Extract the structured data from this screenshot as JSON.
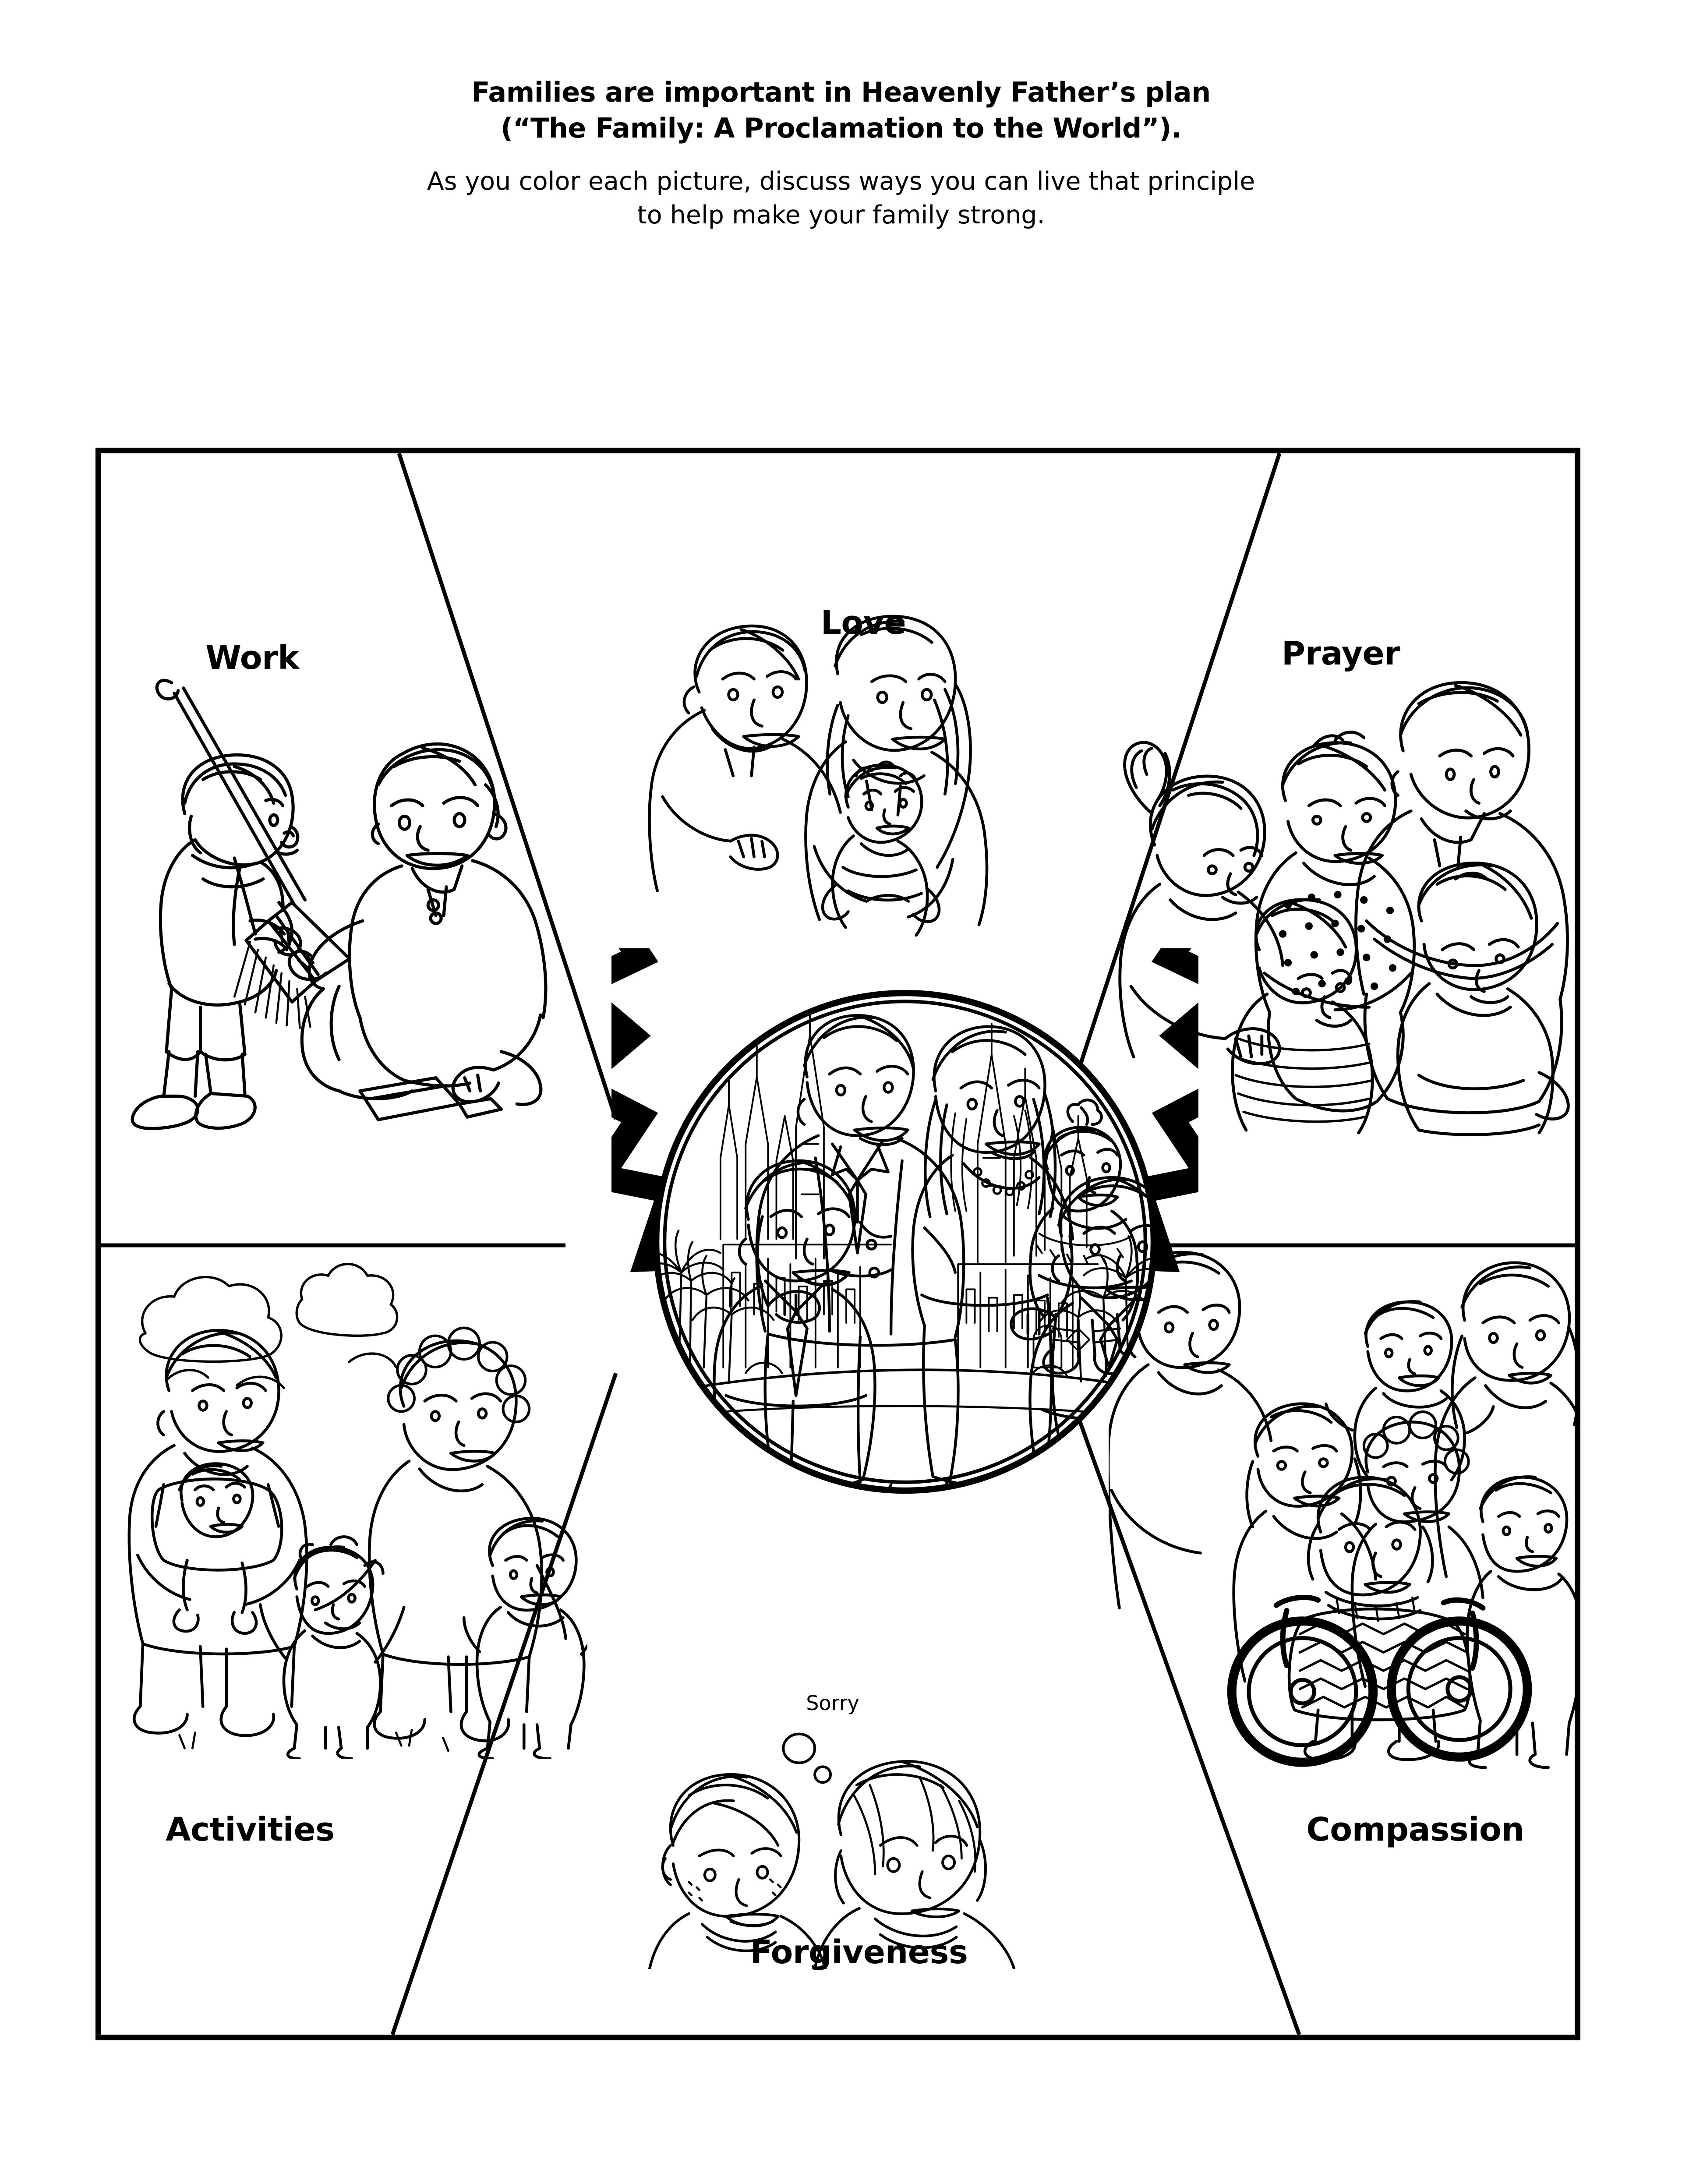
{
  "page": {
    "background_color": "#ffffff",
    "ink_color": "#000000"
  },
  "header": {
    "title": "Families are important in Heavenly Father’s plan\n(“The Family: A Proclamation to the World”).",
    "subtitle": "As you color each picture, discuss ways you can live that principle\nto help make your family strong."
  },
  "diagram": {
    "kind": "radial-wheel-coloring-page",
    "center": {
      "label": "",
      "scene_description": "Family of five standing in front of a temple with palm trees — father, mother holding a baby girl, an older boy and a younger boy",
      "border_style": "starburst-zigzag ring around a circle"
    },
    "sections": [
      {
        "id": "work",
        "label": "Work",
        "position": "top-left",
        "scene_description": "Boy sweeping with a push broom while his father kneels holding a dustpan"
      },
      {
        "id": "love",
        "label": "Love",
        "position": "top-center",
        "scene_description": "Mother and father embracing their baby together"
      },
      {
        "id": "prayer",
        "label": "Prayer",
        "position": "top-right",
        "scene_description": "Family of six kneeling together with heads bowed in family prayer"
      },
      {
        "id": "activities",
        "label": "Activities",
        "position": "bottom-left",
        "scene_description": "Family walking outdoors together, father carrying a baby in a front pack, mother holding hands with the children"
      },
      {
        "id": "forgiveness",
        "label": "Forgiveness",
        "position": "bottom-center",
        "scene_description": "Boy apologizing to a girl, with a thought bubble",
        "thought_bubble_text": "Sorry"
      },
      {
        "id": "compassion",
        "label": "Compassion",
        "position": "bottom-right",
        "scene_description": "Family gathered around a grandmother in a wheelchair wrapped in a blanket"
      }
    ]
  }
}
